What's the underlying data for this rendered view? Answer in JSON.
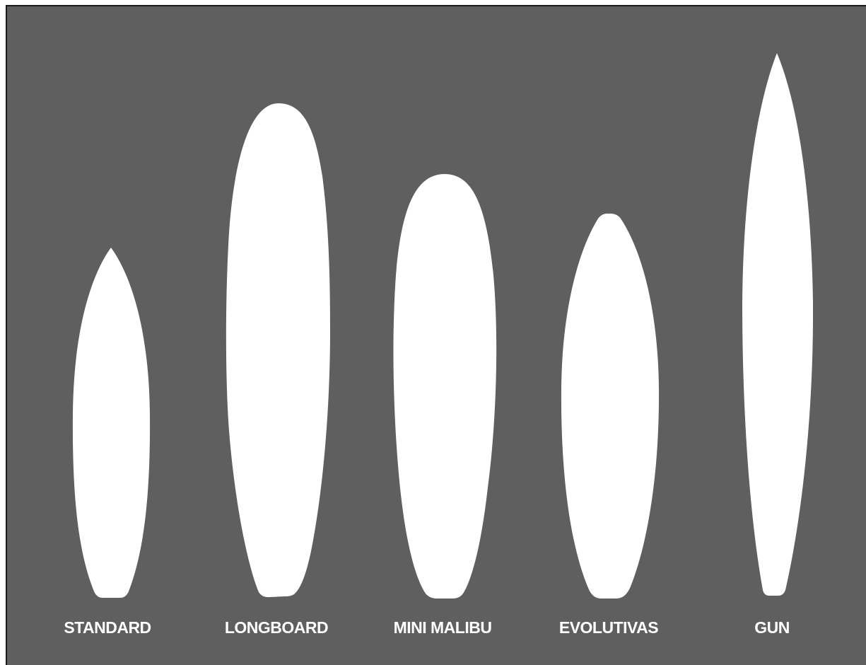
{
  "colors": {
    "panel_background": "#5f5f5f",
    "board_fill": "#ffffff",
    "label_color": "#ffffff",
    "frame_border": "#1a1a1a"
  },
  "boards": [
    {
      "id": "standard",
      "label": "STANDARD"
    },
    {
      "id": "longboard",
      "label": "LONGBOARD"
    },
    {
      "id": "mini-malibu",
      "label": "MINI MALIBU"
    },
    {
      "id": "evolutivas",
      "label": "EVOLUTIVAS"
    },
    {
      "id": "gun",
      "label": "GUN"
    }
  ]
}
